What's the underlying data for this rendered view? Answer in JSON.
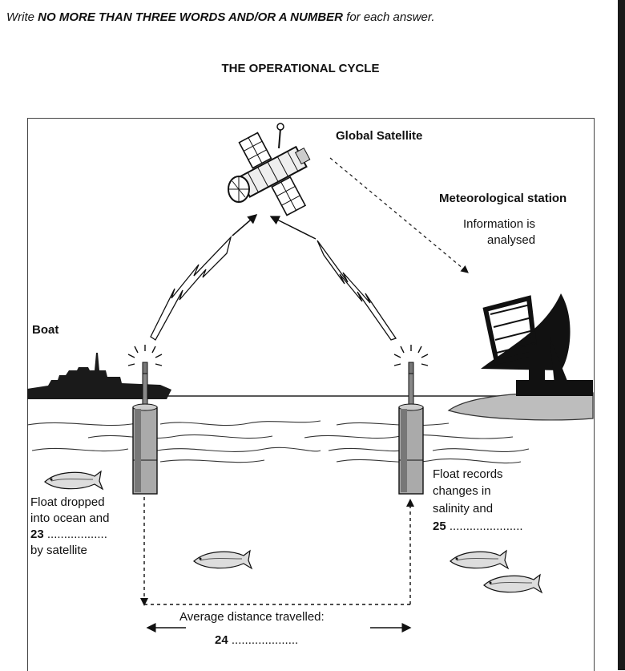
{
  "instruction": {
    "prefix": "Write",
    "emphasis": "NO MORE THAN THREE WORDS AND/OR A NUMBER",
    "suffix": "for each answer."
  },
  "title": "THE OPERATIONAL CYCLE",
  "labels": {
    "satellite": "Global Satellite",
    "station": "Meteorological station",
    "station_note_1": "Information is",
    "station_note_2": "analysed",
    "boat": "Boat",
    "float_left_1": "Float dropped",
    "float_left_2": "into ocean and",
    "q23_number": "23",
    "q23_dots": " ..................",
    "float_left_4": "by satellite",
    "float_right_1": "Float records",
    "float_right_2": "changes in",
    "float_right_3": "salinity and",
    "q25_number": "25",
    "q25_dots": " ......................",
    "distance_label": "Average distance travelled:",
    "q24_number": "24",
    "q24_dots": " ...................."
  }
}
